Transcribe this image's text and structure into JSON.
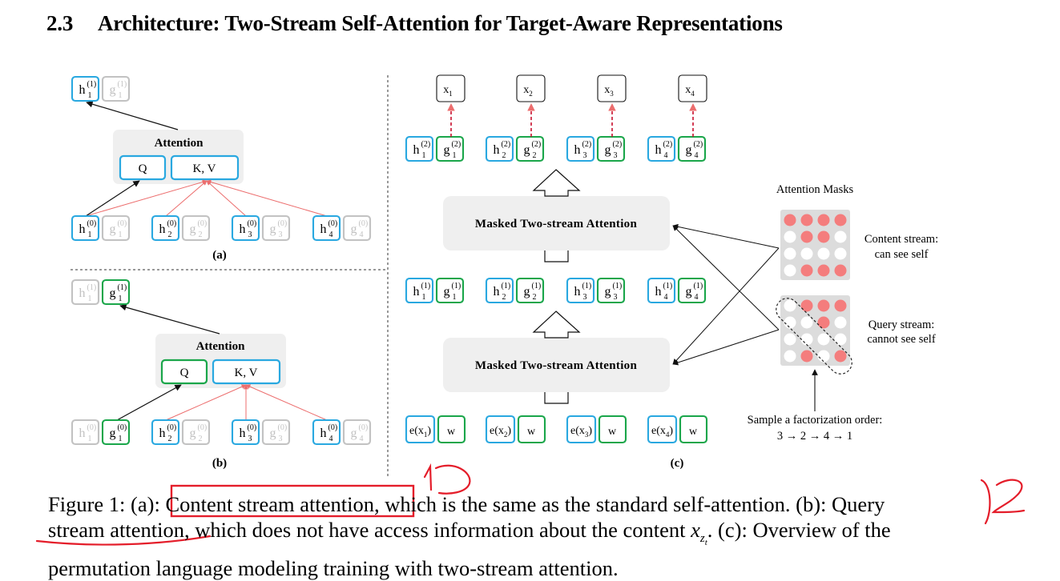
{
  "section": {
    "number": "2.3",
    "title": "Architecture: Two-Stream Self-Attention for Target-Aware Representations"
  },
  "colors": {
    "content_stream": "#29a8e0",
    "query_stream": "#1aa64a",
    "faded": "#c2c2c2",
    "mask_on": "#f47d7d",
    "mask_bg": "#dcdcdc",
    "attn_edge": "#ec6d6d",
    "block_bg": "#efefef",
    "annotation": "#e41d2a"
  },
  "panels": {
    "a": "(a)",
    "b": "(b)",
    "c": "(c)"
  },
  "labels": {
    "attention": "Attention",
    "q": "Q",
    "kv": "K, V",
    "masked_two_stream": "Masked Two-stream Attention",
    "attention_masks": "Attention Masks",
    "content_stream_1": "Content stream:",
    "content_stream_2": "can see self",
    "query_stream_1": "Query stream:",
    "query_stream_2": "cannot see self",
    "sample_order": "Sample a factorization order:",
    "order": "3 → 2 → 4 → 1"
  },
  "symbols": {
    "h": "h",
    "g": "g",
    "x": "x",
    "e": "e",
    "w": "w"
  },
  "indices": [
    "1",
    "2",
    "3",
    "4"
  ],
  "layers": [
    "(0)",
    "(1)",
    "(2)"
  ],
  "attention_masks": {
    "content": [
      [
        1,
        1,
        1,
        1
      ],
      [
        0,
        1,
        1,
        0
      ],
      [
        0,
        0,
        0,
        0
      ],
      [
        0,
        1,
        1,
        1
      ]
    ],
    "query": [
      [
        0,
        1,
        1,
        1
      ],
      [
        0,
        0,
        1,
        0
      ],
      [
        0,
        0,
        0,
        0
      ],
      [
        0,
        1,
        0,
        1
      ]
    ]
  },
  "caption": {
    "l1_a": "Figure 1: (a): ",
    "l1_b": "Content stream attention,",
    "l1_c": " which is the same as the standard self-attention. (b): Query",
    "l2_a": "stream attention, which does not have access information about the content ",
    "l2_x": "x",
    "l2_sub": "z",
    "l2_subsub": "t",
    "l2_b": ". (c): Overview of the",
    "l3": "permutation language modeling training with two-stream attention."
  },
  "annotations": {
    "mark_1": "1",
    "mark_2": "2"
  }
}
